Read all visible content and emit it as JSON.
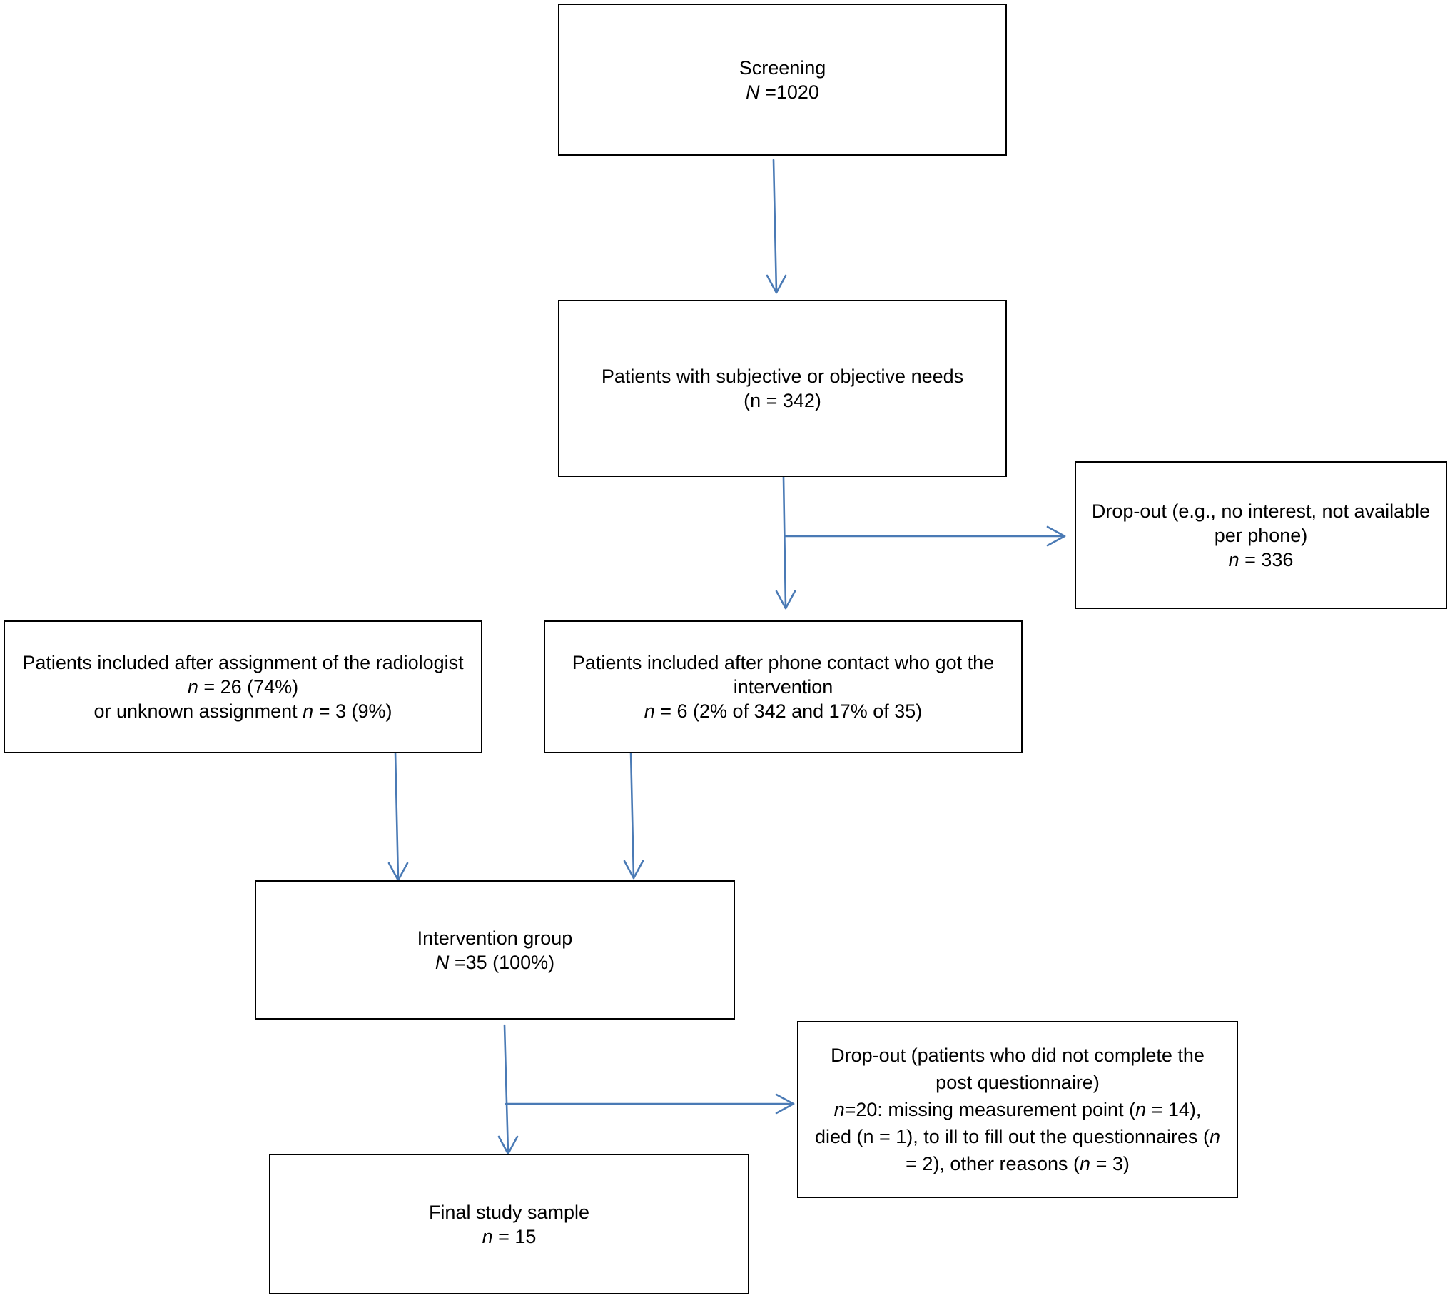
{
  "diagram": {
    "screening": {
      "title": "Screening",
      "var": "N",
      "value": " =1020"
    },
    "needs": {
      "title": "Patients with subjective or objective needs",
      "value": "(n = 342)"
    },
    "dropout1": {
      "line1": "Drop-out (e.g., no interest, not available",
      "line2": "per phone)",
      "var": "n",
      "value": " = 336"
    },
    "radiologist": {
      "title": "Patients included after assignment of the radiologist",
      "var1": "n",
      "value1": " = 26 (74%)",
      "prefix2": "or unknown assignment ",
      "var2": "n",
      "value2": " = 3 (9%)"
    },
    "phone": {
      "line1": "Patients included after phone contact who got the",
      "line2": "intervention",
      "var": "n",
      "value": " = 6 (2% of 342 and 17% of 35)"
    },
    "intervention": {
      "title": "Intervention group",
      "var": "N",
      "value": " =35 (100%)"
    },
    "dropout2": {
      "line1": "Drop-out (patients who did not complete the",
      "line2": "post questionnaire)",
      "l3_var1": "n",
      "l3_text1": "=20: missing measurement point (",
      "l3_var2": "n",
      "l3_text2": " = 14),",
      "l4_text1": "died (n = 1), to ill to fill out the questionnaires (",
      "l4_var": "n",
      "l5_text1": "= 2), other reasons (",
      "l5_var": "n",
      "l5_text2": " = 3)"
    },
    "final": {
      "title": "Final study sample",
      "var": "n",
      "value": " = 15"
    },
    "colors": {
      "arrow": "#4a7ab5",
      "border": "#000000"
    }
  }
}
